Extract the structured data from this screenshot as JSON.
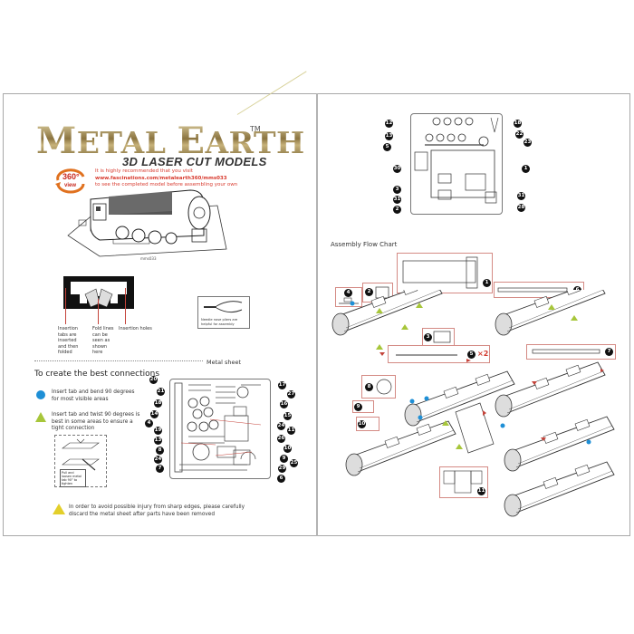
{
  "left_page": {
    "brand": {
      "word1_initial": "M",
      "word1_rest": "ETAL",
      "word2_initial": "E",
      "word2_rest": "ARTH",
      "trademark": "TM"
    },
    "subtitle": "3D LASER CUT MODELS",
    "view360": {
      "top": "360°",
      "bottom": "view"
    },
    "promo": {
      "line1": "It is highly recommended that you visit",
      "url": "www.fascinations.com/metalearth360/mms033",
      "line3": "to see the completed model before assembling your own"
    },
    "hero_caption": "mms033",
    "fold_labels": [
      {
        "text": "Insertion tabs are inserted and then folded"
      },
      {
        "text": "Fold lines can be seen as shown here"
      },
      {
        "text": "Insertion holes"
      }
    ],
    "pliers_note": "Needle nose pliers are helpful for assembly",
    "metal_sheet_title": "Metal sheet",
    "connections": {
      "title": "To create the best connections",
      "tip_blue": "Insert tab and bend 90 degrees for most visible areas",
      "tip_green": "Insert tab and twist 90 degrees is best in some areas to ensure a tight connection",
      "twist_label": "Pull and loosen metal tab 90° to tighten"
    },
    "sheet_callouts_left": [
      "20",
      "21",
      "18",
      "14",
      "4",
      "19",
      "13",
      "8",
      "24",
      "7"
    ],
    "sheet_callouts_right": [
      "17",
      "27",
      "16",
      "15",
      "24",
      "11",
      "26",
      "10",
      "9",
      "25",
      "29",
      "6"
    ],
    "warning": {
      "line1": "In order to avoid possible injury from sharp edges, please carefully",
      "line2": "discard the metal sheet after parts have been removed"
    }
  },
  "right_page": {
    "top_sheet_callouts_left": [
      "12",
      "13",
      "5",
      "30",
      "3",
      "31",
      "2"
    ],
    "top_sheet_callouts_right": [
      "18",
      "22",
      "23",
      "1",
      "31",
      "28"
    ],
    "flow_title": "Assembly Flow Chart",
    "steps": [
      {
        "num": "1"
      },
      {
        "num": "2"
      },
      {
        "num": "3"
      },
      {
        "num": "4"
      },
      {
        "num": "5",
        "multiplier": "×2"
      },
      {
        "num": "6"
      },
      {
        "num": "7"
      },
      {
        "num": "8"
      },
      {
        "num": "9"
      },
      {
        "num": "10"
      },
      {
        "num": "11"
      }
    ]
  },
  "colors": {
    "accent_red": "#d2382c",
    "bend_blue": "#1e8fd6",
    "twist_green": "#a7c63a",
    "warning_yellow": "#e3cf2a",
    "gold": "#a08a52"
  }
}
